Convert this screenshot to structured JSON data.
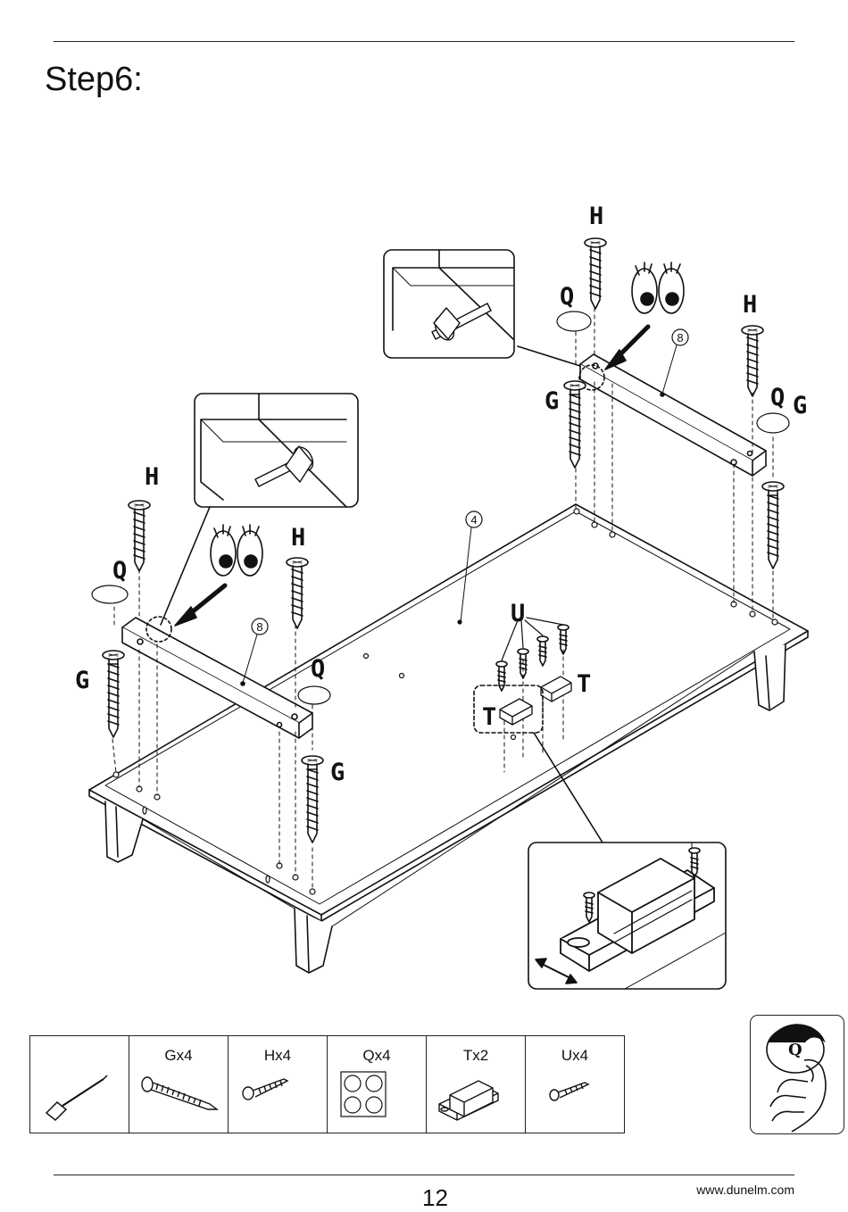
{
  "step": {
    "title": "Step6:"
  },
  "labels": {
    "G": "G",
    "H": "H",
    "Q": "Q",
    "T": "T",
    "U": "U",
    "part_4": "4",
    "part_8": "8"
  },
  "parts": [
    {
      "label": "",
      "icon": "screwdriver-icon"
    },
    {
      "label": "Gx4",
      "icon": "long-screw-icon"
    },
    {
      "label": "Hx4",
      "icon": "short-screw-icon"
    },
    {
      "label": "Qx4",
      "icon": "felt-pad-sheet-icon"
    },
    {
      "label": "Tx2",
      "icon": "magnetic-catch-icon"
    },
    {
      "label": "Ux4",
      "icon": "small-screw-icon"
    }
  ],
  "peel_pad": {
    "label": "Q"
  },
  "footer": {
    "page_number": "12",
    "website": "www.dunelm.com"
  }
}
